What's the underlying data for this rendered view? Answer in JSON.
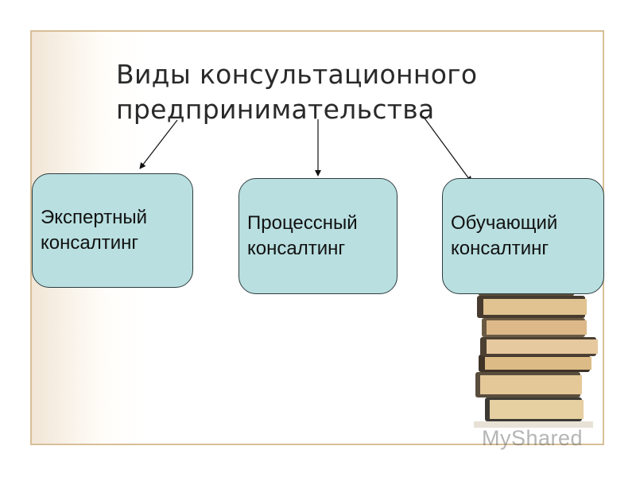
{
  "title": {
    "line1": "Виды консультационного",
    "line2": "предпринимательства"
  },
  "boxes": [
    {
      "line1": "Экспертный",
      "line2": "консалтинг"
    },
    {
      "line1": "Процессный",
      "line2": "консалтинг"
    },
    {
      "line1": "Обучающий",
      "line2": "консалтинг"
    }
  ],
  "watermark": {
    "text": "MyShared"
  },
  "colors": {
    "box_fill": "#b9dfe0",
    "box_border": "#2f3d40",
    "frame_border": "#d7bf98",
    "arrow": "#111111"
  },
  "icons": [
    "arrow-down-left-icon",
    "arrow-down-icon",
    "arrow-down-right-icon",
    "books-stack-icon",
    "myshared-logo-icon"
  ]
}
